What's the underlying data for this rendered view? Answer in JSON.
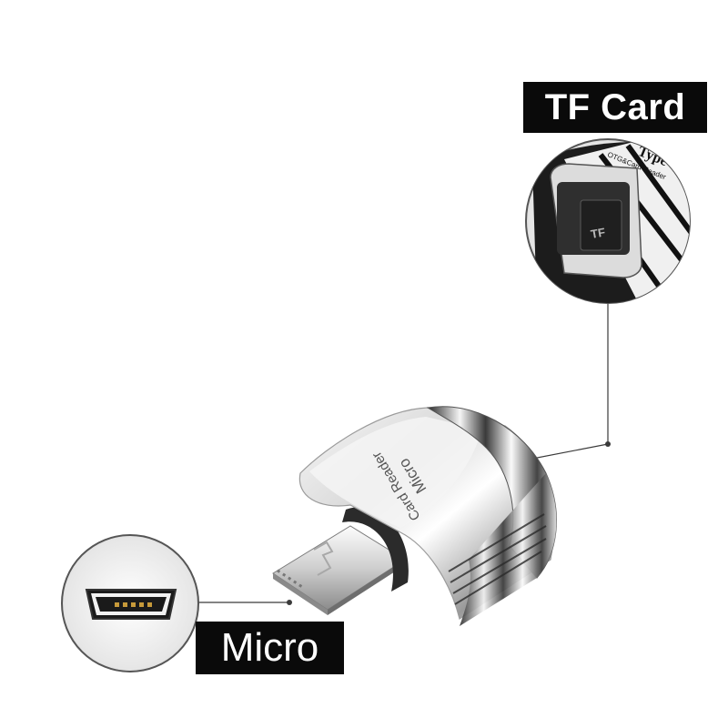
{
  "labels": {
    "tf_card": "TF Card",
    "micro": "Micro"
  },
  "product": {
    "engraving_line1": "Micro",
    "engraving_line2": "Card Reader",
    "inset_text_type": "Type-C",
    "inset_text_otg": "OTG&Card Reader",
    "inset_tf_mark": "TF"
  },
  "colors": {
    "label_bg": "#0a0a0a",
    "label_text": "#ffffff",
    "metal_light": "#f2f2f2",
    "metal_dark": "#1a1a1a",
    "leader_line": "#3a3a3a"
  }
}
